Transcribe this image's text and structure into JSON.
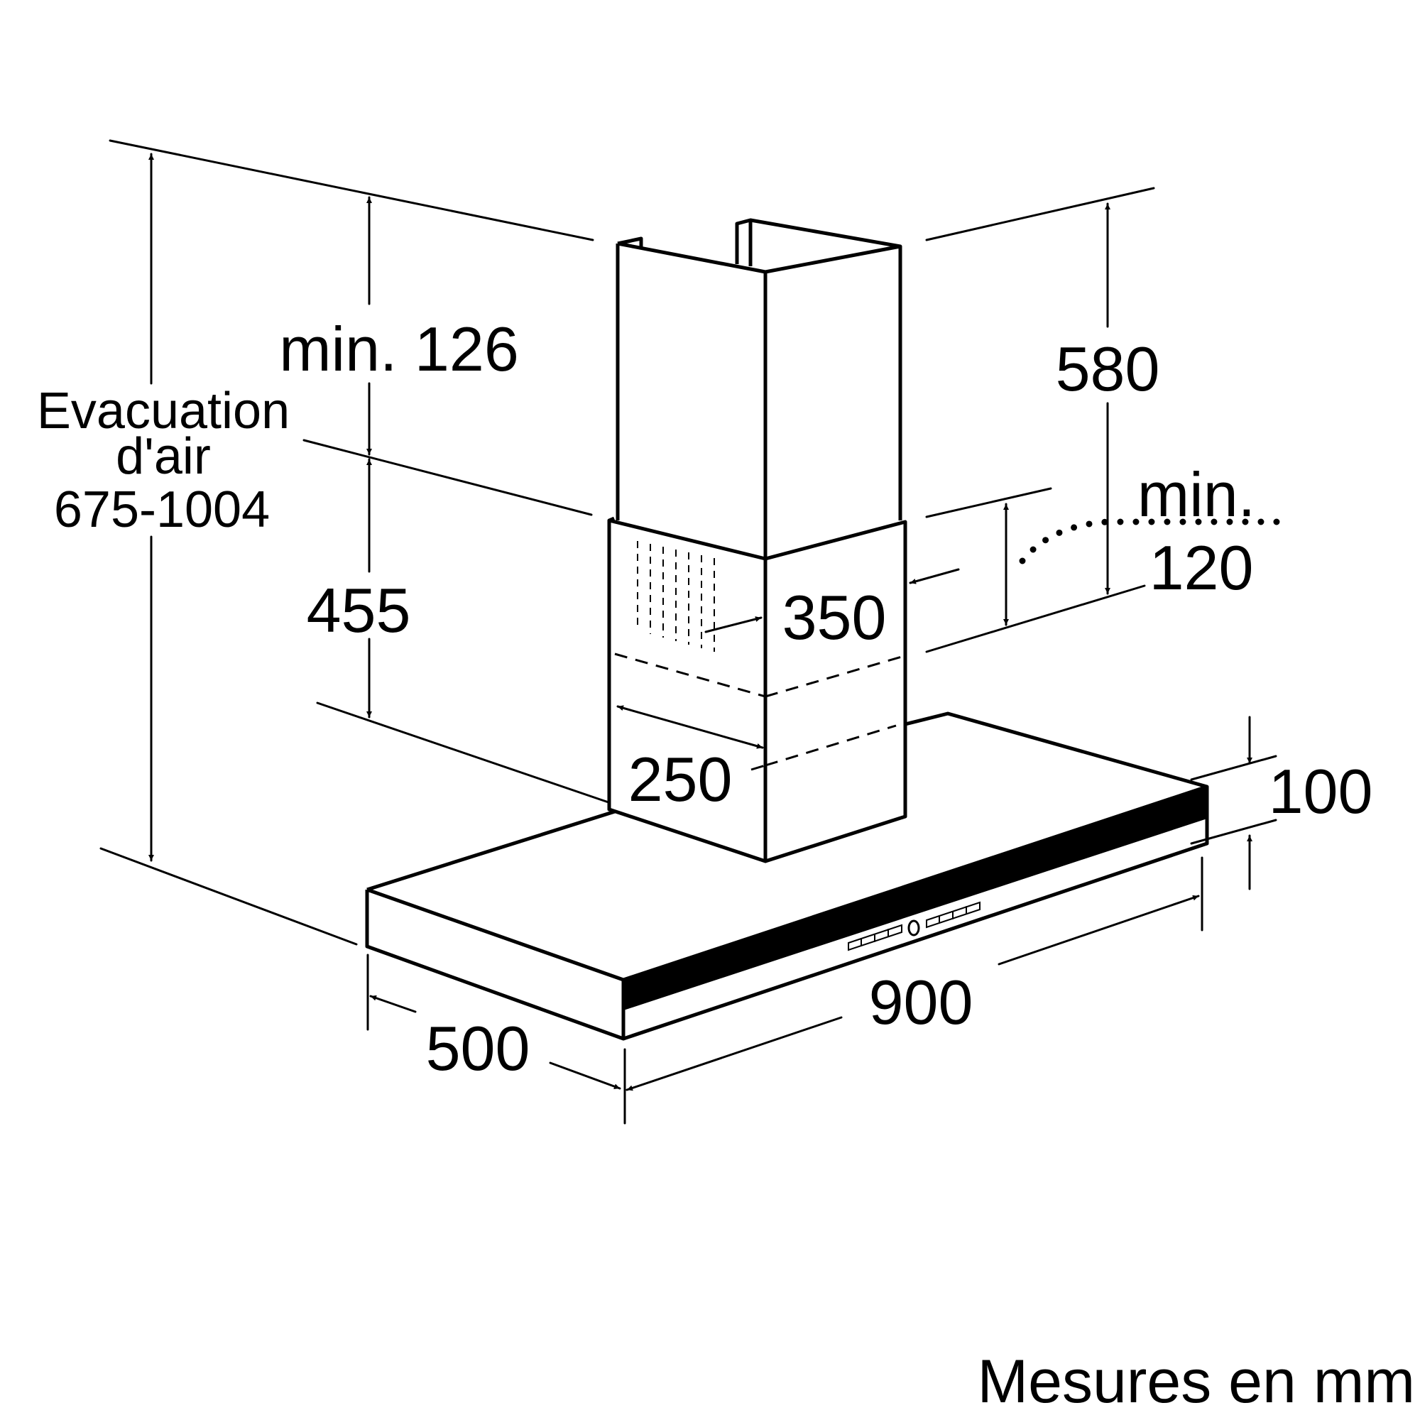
{
  "diagram": {
    "air_outlet": {
      "line1": "Evacuation",
      "line2": "d'air",
      "value": "675-1004"
    },
    "dimensions": {
      "min_126": "min. 126",
      "h_455": "455",
      "h_580": "580",
      "min_label": "min.",
      "min_120": "120",
      "d_350": "350",
      "d_250": "250",
      "h_100": "100",
      "w_900": "900",
      "d_500": "500"
    },
    "units_note": "Mesures en mm"
  }
}
